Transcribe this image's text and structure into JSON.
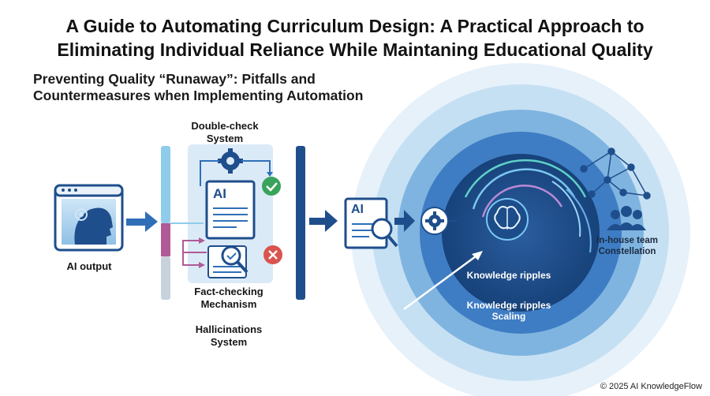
{
  "header": {
    "title_line1": "A Guide to Automating Curriculum Design: A Practical Approach to",
    "title_line2": "Eliminating Individual Reliance While Maintaning Educational Quality",
    "subtitle_line1": "Preventing Quality “Runaway”: Pitfalls and",
    "subtitle_line2": "Countermeasures when Implementing Automation"
  },
  "labels": {
    "ai_output": "AI output",
    "double_check_1": "Double-check",
    "double_check_2": "System",
    "fact_checking_1": "Fact-checking",
    "fact_checking_2": "Mechanism",
    "hallucinations_1": "Hallicinations",
    "hallucinations_2": "System",
    "doc_ai": "AI",
    "doc_ai_2": "AI",
    "knowledge_ripples": "Knowledge ripples",
    "knowledge_scaling_1": "Knowledge ripples",
    "knowledge_scaling_2": "Scaling",
    "team_1": "In-house team",
    "team_2": "Constellation"
  },
  "footer": {
    "copyright": "© 2025 AI KnowledgeFlow"
  },
  "colors": {
    "navy": "#1f4e8c",
    "blue": "#2f6fb8",
    "light_blue": "#a9d3ee",
    "magenta": "#b05a97",
    "green": "#3aa35b",
    "red": "#d9534f"
  }
}
